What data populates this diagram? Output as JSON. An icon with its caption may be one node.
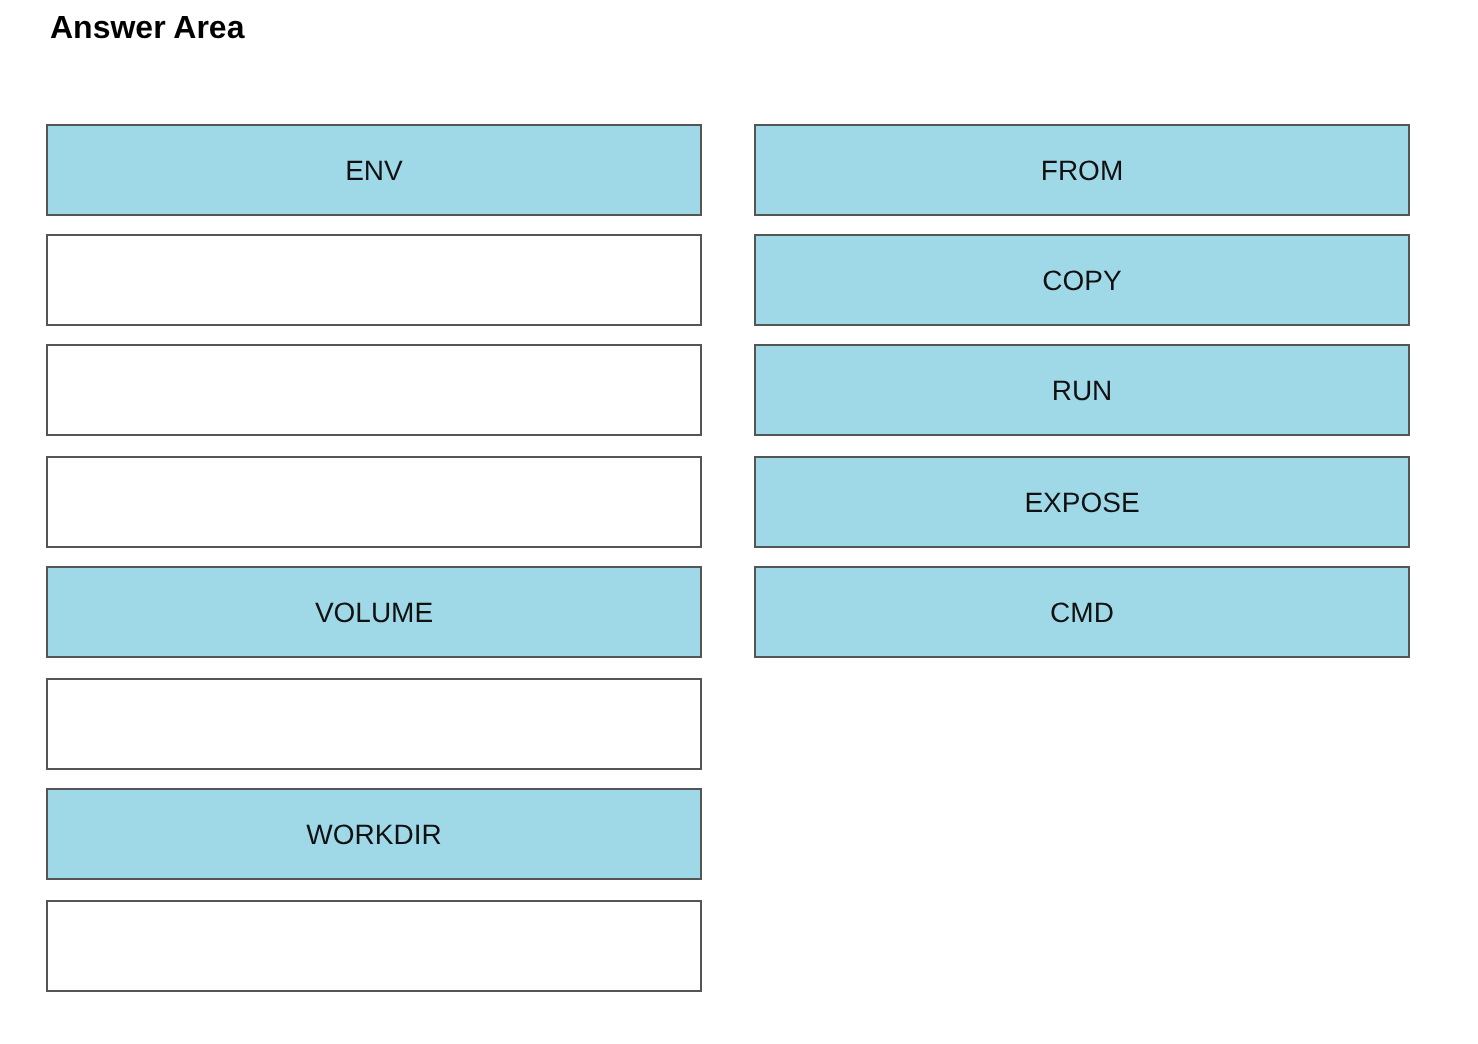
{
  "diagram": {
    "title": "Answer Area",
    "nodes": [
      {
        "text": [
          "ENV"
        ]
      },
      {
        "text": [
          "FROM"
        ]
      },
      {
        "text": [],
        "shape": "box"
      },
      {
        "text": [
          "COPY"
        ]
      },
      {
        "text": [],
        "shape": "box"
      },
      {
        "text": [
          "RUN"
        ]
      },
      {
        "text": [],
        "shape": "box"
      },
      {
        "text": [
          "EXPOSE"
        ]
      },
      {
        "text": [
          "VOLUME"
        ]
      },
      {
        "text": [
          "CMD"
        ]
      },
      {
        "text": [],
        "shape": "box"
      },
      {
        "text": [
          "WORKDIR"
        ]
      },
      {
        "text": [],
        "shape": "box"
      }
    ],
    "edges": []
  }
}
